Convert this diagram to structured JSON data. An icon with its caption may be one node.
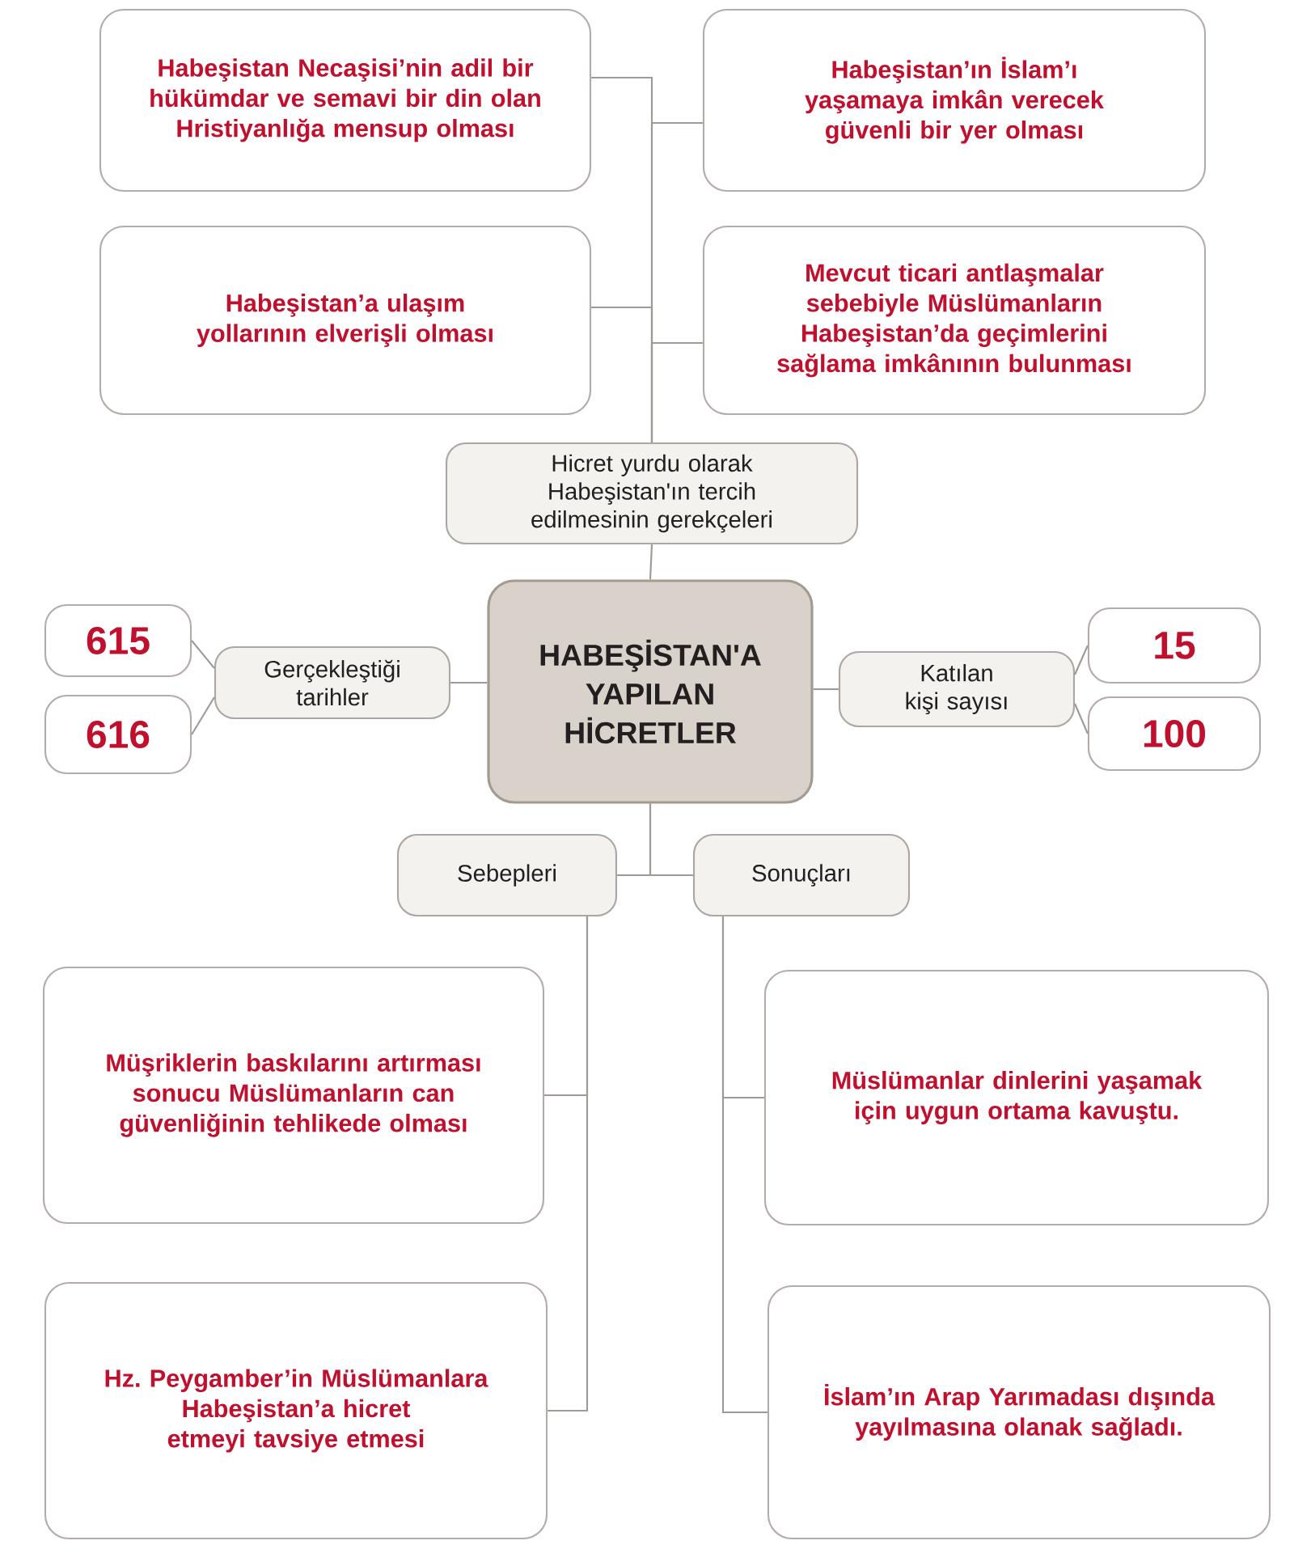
{
  "diagram": {
    "nodes": [
      {
        "text": [
          "Habeşistan Necaşisi’nin adil bir hükümdar ve semavi bir din olan Hristiyanlığa mensup olması"
        ]
      },
      {
        "text": [
          "Habeşistan’ın İslam’ı yaşamaya imkân verecek güvenli bir yer olması"
        ]
      },
      {
        "text": [
          "Habeşistan’a ulaşım yollarının elverişli olması"
        ]
      },
      {
        "text": [
          "Mevcut ticari antlaşmalar sebebiyle Müslümanların Habeşistan’da geçimlerini sağlama imkânının bulunması"
        ]
      },
      {
        "text": [
          "Hicret yurdu olarak Habeşistan'ın tercih edilmesinin gerekçeleri"
        ]
      },
      {
        "text": [
          "HABEŞİSTAN'A YAPILAN HİCRETLER"
        ]
      },
      {
        "text": [
          "Gerçekleştiği tarihler"
        ]
      },
      {
        "text": [
          "615"
        ]
      },
      {
        "text": [
          "616"
        ]
      },
      {
        "text": [
          "Katılan kişi sayısı"
        ]
      },
      {
        "text": [
          "15"
        ]
      },
      {
        "text": [
          "100"
        ]
      },
      {
        "text": [
          "Sebepleri"
        ]
      },
      {
        "text": [
          "Sonuçları"
        ]
      },
      {
        "text": [
          "Müşriklerin baskılarını artırması sonucu Müslümanların can güvenliğinin tehlikede olması"
        ]
      },
      {
        "text": [
          "Müslümanlar dinlerini yaşamak için uygun ortama kavuştu."
        ]
      },
      {
        "text": [
          "Hz. Peygamber’in Müslümanlara Habeşistan’a hicret etmeyi tavsiye etmesi"
        ]
      },
      {
        "text": [
          "İslam’ın Arap Yarımadası dışında yayılmasına olanak sağladı."
        ]
      }
    ],
    "edges": [
      {
        "from": 0,
        "to": 4,
        "arrow": "none"
      },
      {
        "from": 1,
        "to": 4,
        "arrow": "none"
      },
      {
        "from": 2,
        "to": 4,
        "arrow": "none"
      },
      {
        "from": 3,
        "to": 4,
        "arrow": "none"
      },
      {
        "from": 4,
        "to": 5,
        "arrow": "none"
      },
      {
        "from": 5,
        "to": 6,
        "arrow": "none"
      },
      {
        "from": 6,
        "to": 7,
        "arrow": "none"
      },
      {
        "from": 6,
        "to": 8,
        "arrow": "none"
      },
      {
        "from": 5,
        "to": 9,
        "arrow": "none"
      },
      {
        "from": 9,
        "to": 10,
        "arrow": "none"
      },
      {
        "from": 9,
        "to": 11,
        "arrow": "none"
      },
      {
        "from": 5,
        "to": 12,
        "arrow": "none"
      },
      {
        "from": 5,
        "to": 13,
        "arrow": "none"
      },
      {
        "from": 12,
        "to": 14,
        "arrow": "none"
      },
      {
        "from": 12,
        "to": 16,
        "arrow": "none"
      },
      {
        "from": 13,
        "to": 15,
        "arrow": "none"
      },
      {
        "from": 13,
        "to": 17,
        "arrow": "none"
      }
    ]
  }
}
